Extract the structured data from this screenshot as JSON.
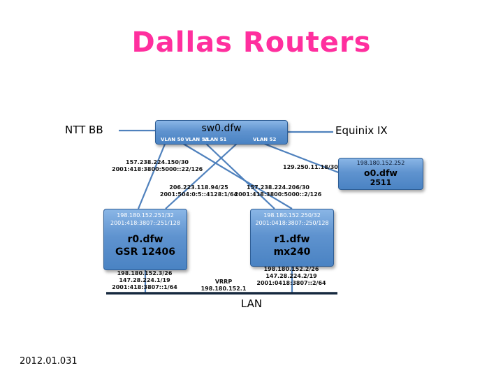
{
  "title": "Dallas Routers",
  "footer": "2012.01.031",
  "colors": {
    "title": "#ff2f9e",
    "box_fill": "#5f93cf",
    "wire": "#4f81bd",
    "lan_bus": "#16293f"
  },
  "peers": {
    "ntt": "NTT BB",
    "equinix": "Equinix IX"
  },
  "sw0": {
    "name": "sw0.dfw",
    "vlans": [
      "VLAN 50",
      "VLAN 53",
      "VLAN 51",
      "VLAN 52"
    ]
  },
  "o0": {
    "ip": "198.180.152.252",
    "name": "o0.dfw",
    "model": "2511"
  },
  "r0": {
    "ips": [
      "198.180.152.251/32",
      "2001:418:3807::251/128"
    ],
    "name": "r0.dfw",
    "model": "GSR 12406",
    "lan_ips": [
      "198.180.152.3/26",
      "147.28.224.1/19",
      "2001:418:3807::1/64"
    ]
  },
  "r1": {
    "ips": [
      "198.180.152.250/32",
      "2001:0418:3807::250/128"
    ],
    "name": "r1.dfw",
    "model": "mx240",
    "lan_ips": [
      "198.180.152.2/26",
      "147.28.224.2/19",
      "2001:0418:3807::2/64"
    ]
  },
  "link_labels": {
    "ntt_p2p_a": [
      "157.238.224.150/30",
      "2001:418:3800:5000::22/126"
    ],
    "o0_link": "129.250.11.18/30",
    "ix_lan": [
      "206.223.118.94/25",
      "2001:504:0:5::4128:1/64"
    ],
    "ntt_p2p_b": [
      "157.238.224.206/30",
      "2001:418:3800:5000::2/126"
    ]
  },
  "vrrp": "VRRP 198.180.152.1",
  "lan": "LAN"
}
